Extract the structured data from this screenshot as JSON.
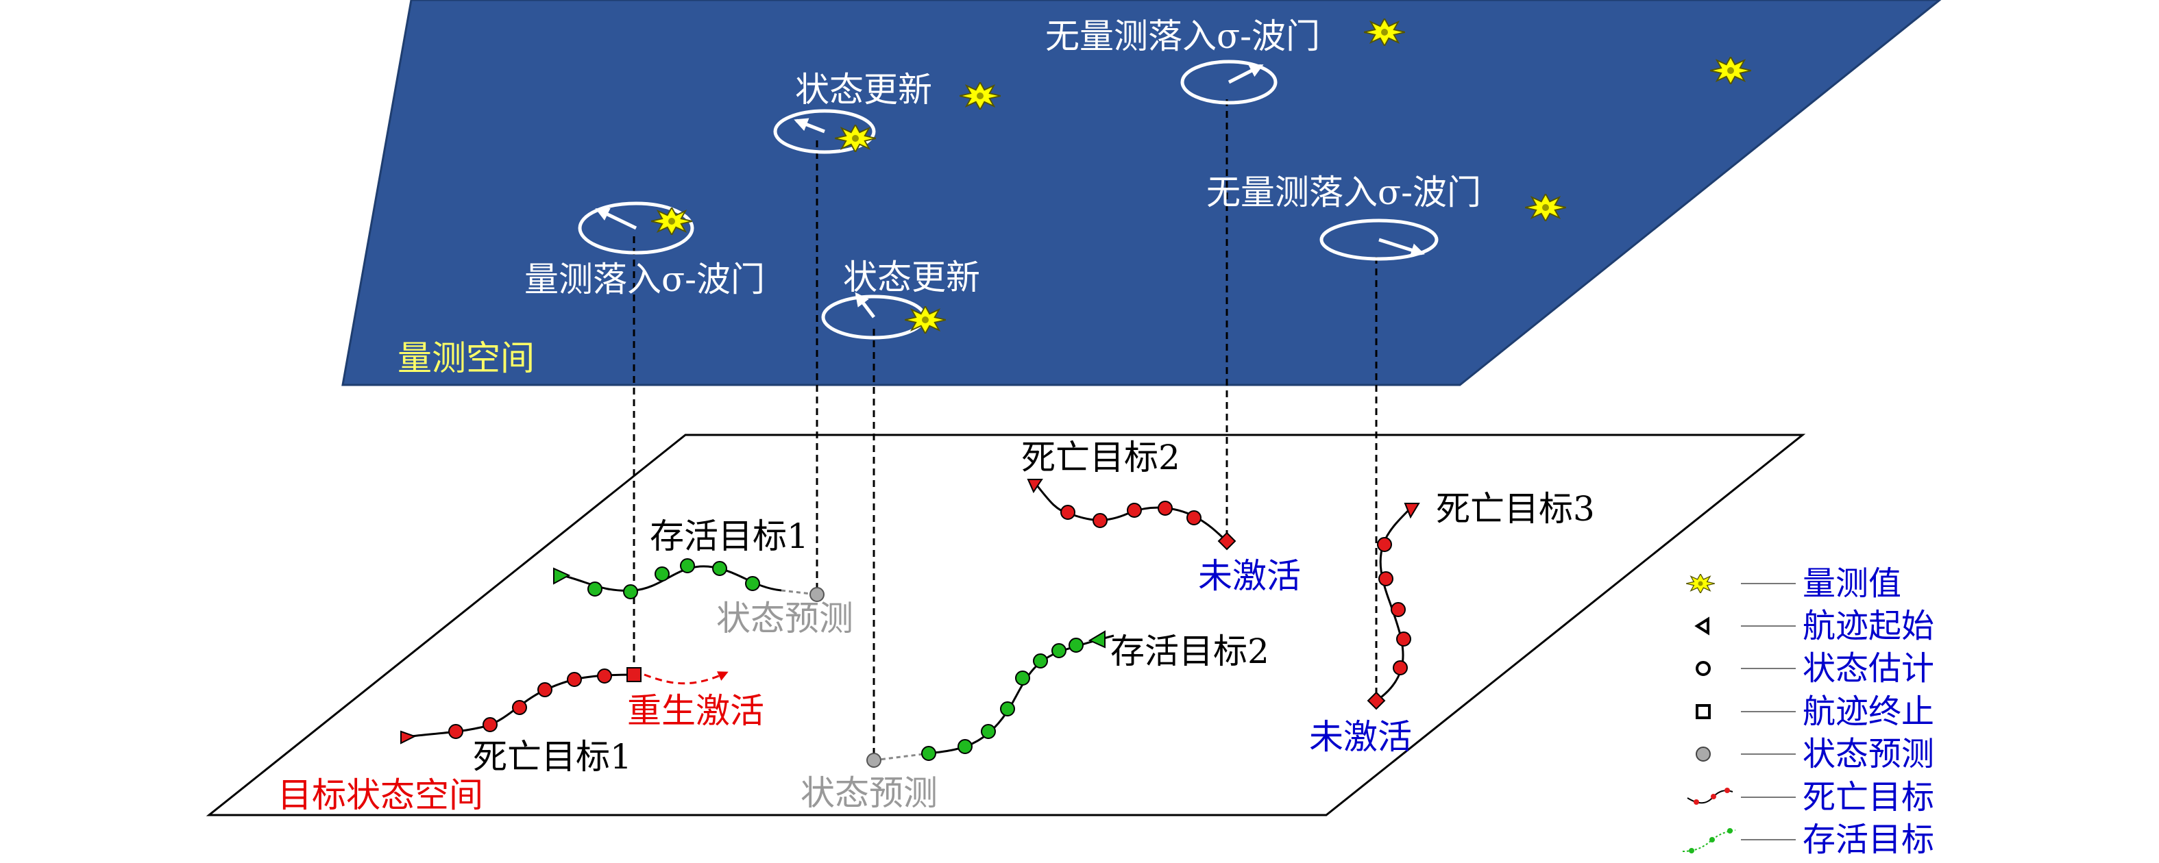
{
  "colors": {
    "measurement_plane": "#2f5597",
    "yellow_label": "#ffff66",
    "white": "#ffffff",
    "black": "#000000",
    "red_label": "#e60000",
    "blue_label": "#0000cc",
    "gray_label": "#999999",
    "dead_point": "#e31a1c",
    "alive_point": "#1fba1f",
    "predict_point": "#aaaaaa",
    "star_fill": "#ffff00"
  },
  "planes": {
    "measurement_space": "量测空间",
    "target_state_space": "目标状态空间"
  },
  "gate_labels": {
    "in_gate": "量测落入σ-波门",
    "update_1": "状态更新",
    "update_2": "状态更新",
    "no_meas_1": "无量测落入σ-波门",
    "no_meas_2": "无量测落入σ-波门"
  },
  "target_labels": {
    "alive_1": "存活目标1",
    "alive_2": "存活目标2",
    "dead_1": "死亡目标1",
    "dead_2": "死亡目标2",
    "dead_3": "死亡目标3",
    "predict_1": "状态预测",
    "predict_2": "状态预测",
    "rebirth": "重生激活",
    "inactive_1": "未激活",
    "inactive_2": "未激活"
  },
  "legend": {
    "items": [
      {
        "icon": "star-icon",
        "label": "量测值"
      },
      {
        "icon": "triangle-icon",
        "label": "航迹起始"
      },
      {
        "icon": "circle-icon",
        "label": "状态估计"
      },
      {
        "icon": "square-icon",
        "label": "航迹终止"
      },
      {
        "icon": "gray-circle-icon",
        "label": "状态预测"
      },
      {
        "icon": "dead-track-icon",
        "label": "死亡目标"
      },
      {
        "icon": "alive-track-icon",
        "label": "存活目标"
      }
    ]
  }
}
